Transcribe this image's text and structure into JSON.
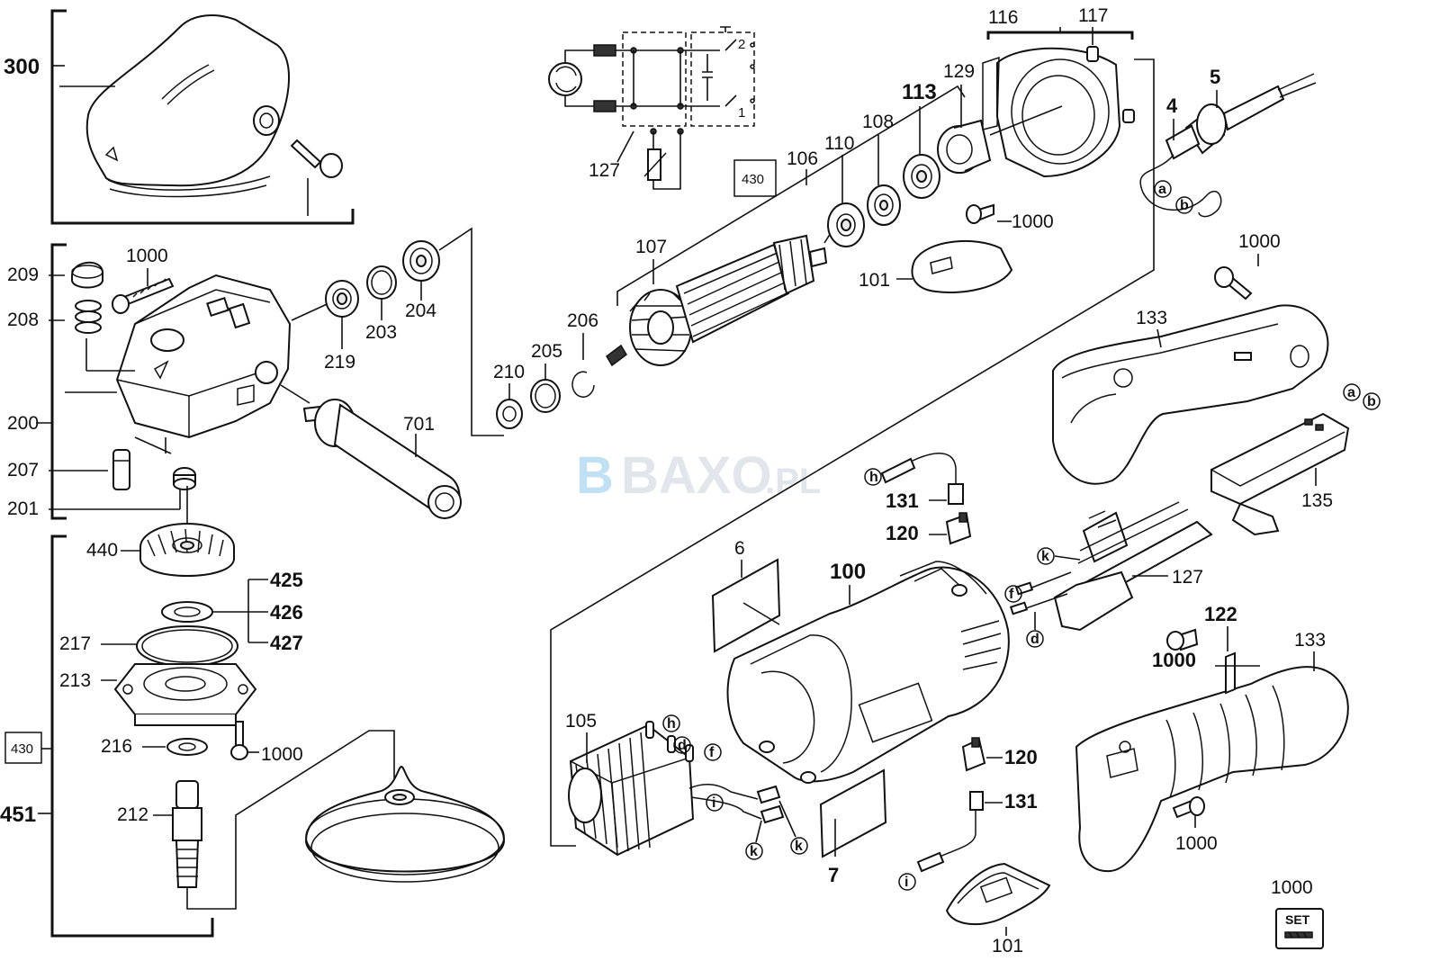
{
  "watermark": {
    "mark": "B",
    "text": "BAXO",
    "suffix": ".PL"
  },
  "callouts": {
    "c300": "300",
    "c200": "200",
    "c209": "209",
    "c208": "208",
    "c207": "207",
    "c201": "201",
    "c1000_top": "1000",
    "c219": "219",
    "c203": "203",
    "c204": "204",
    "c701": "701",
    "c440": "440",
    "c425": "425",
    "c426": "426",
    "c427": "427",
    "c217": "217",
    "c213": "213",
    "c216": "216",
    "c1000_gear": "1000",
    "c430_left": "430",
    "c451": "451",
    "c212": "212",
    "c127_circuit": "127",
    "c430_box": "430",
    "c106": "106",
    "c107": "107",
    "c110": "110",
    "c108": "108",
    "c113": "113",
    "c129": "129",
    "c116": "116",
    "c117": "117",
    "c210": "210",
    "c205": "205",
    "c206": "206",
    "c1000_cover": "1000",
    "c101_top": "101",
    "c4": "4",
    "c5": "5",
    "c1000_right": "1000",
    "c133_top": "133",
    "c135": "135",
    "c131_top": "131",
    "c120_top": "120",
    "c127_right": "127",
    "c6": "6",
    "c100": "100",
    "c122": "122",
    "c1000_122": "1000",
    "c133_bottom": "133",
    "c105": "105",
    "c120_bottom": "120",
    "c131_bottom": "131",
    "c7": "7",
    "c1000_handle": "1000",
    "c101_bottom": "101",
    "c1000_set": "1000",
    "set_text": "SET"
  },
  "circuit": {
    "pos2": "2",
    "pos1": "1"
  },
  "wire_letters": {
    "a_top": "a",
    "b_top": "b",
    "a_switch": "a",
    "b_switch": "b",
    "h_hdr": "h",
    "k_bracket": "k",
    "f_bracket": "f",
    "d_bracket": "d",
    "h_stator": "h",
    "d_stator": "d",
    "f_stator": "f",
    "i_stator": "i",
    "k_stator1": "k",
    "k_stator2": "k",
    "i_lower": "i"
  }
}
